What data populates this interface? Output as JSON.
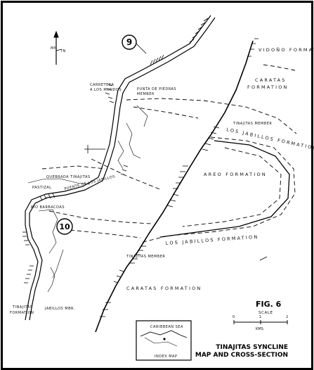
{
  "figure": {
    "label": "FIG. 6",
    "title_line1": "TINAJITAS SYNCLINE",
    "title_line2": "MAP AND CROSS-SECTION"
  },
  "scale": {
    "label": "SCALE",
    "tick0": "0",
    "tick1": "1",
    "tick2": "2",
    "unit": "KMS."
  },
  "stops": {
    "stop_9": "9",
    "stop_10": "10"
  },
  "formations": {
    "vidono": "VIDOÑO FORMATION",
    "caratas_upper_1": "CARATAS",
    "caratas_upper_2": "FORMATION",
    "jabillos_upper": "LOS JABILLOS FORMATION",
    "areo": "AREO FORMATION",
    "jabillos_lower": "LOS JABILLOS FORMATION",
    "caratas_lower": "CARATAS FORMATION"
  },
  "annotations": {
    "tinajitas_member_upper": "TINAJITAS MEMBER",
    "tinajitas_member_lower": "TINAJITAS MEMBER",
    "punta_de_piedras_1": "PUNTA DE PIEDRAS",
    "punta_de_piedras_2": "MEMBER",
    "carretera_1": "CARRETERA",
    "carretera_2": "A LOS MUNDOS",
    "quebrada": "QUEBRADA TINAJITAS",
    "puente": "PUENTE DE LOS JABILLOS",
    "pastizal": "PASTIZAL",
    "sw_label": "RIO BARBACOAS",
    "tinajitas_form": "TINAJITAS",
    "formation_small": "FORMATION",
    "jabillos_small": "JABILLOS MBR.",
    "index_map": "INDEX MAP",
    "caribbean": "CARIBBEAN SEA",
    "north_mn": "MN",
    "north_tn": "TN"
  }
}
